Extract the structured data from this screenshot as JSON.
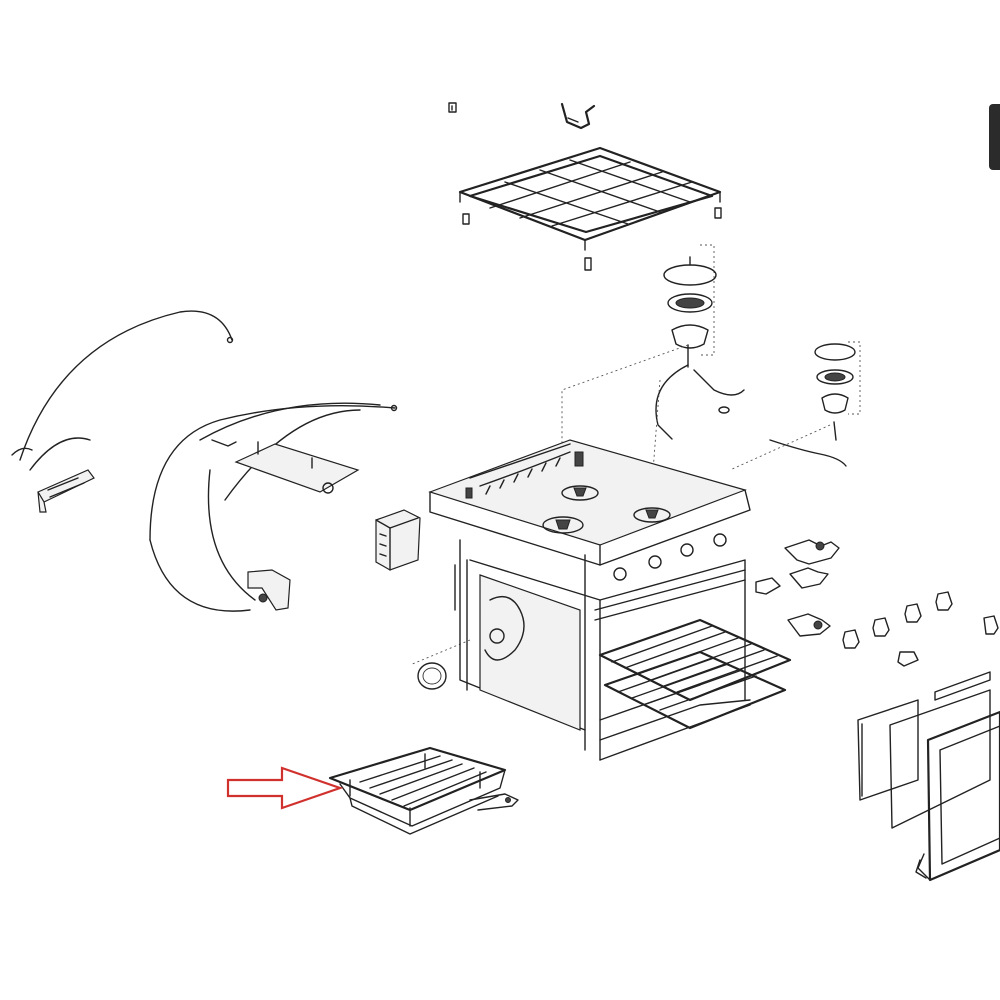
{
  "figure": {
    "parts": [
      {
        "name": "pan-support-grid",
        "icon": "pan-support-grid-icon"
      },
      {
        "name": "burner-assembly",
        "icon": "burner-icon"
      },
      {
        "name": "cooktop-body",
        "icon": "cooktop-icon"
      },
      {
        "name": "oven-cavity",
        "icon": "oven-cavity-icon"
      },
      {
        "name": "oven-rack",
        "icon": "oven-rack-icon"
      },
      {
        "name": "grill-pan",
        "icon": "grill-pan-icon"
      },
      {
        "name": "oven-door",
        "icon": "oven-door-icon"
      },
      {
        "name": "control-knobs",
        "icon": "knob-icon"
      },
      {
        "name": "gas-valves",
        "icon": "gas-valve-icon"
      },
      {
        "name": "ignition-wiring",
        "icon": "wire-harness-icon"
      }
    ],
    "highlight": {
      "target": "grill-pan",
      "arrow_color": "#d0312d",
      "icon": "arrow-right-icon"
    },
    "line_color": "#222222",
    "background": "#ffffff"
  }
}
